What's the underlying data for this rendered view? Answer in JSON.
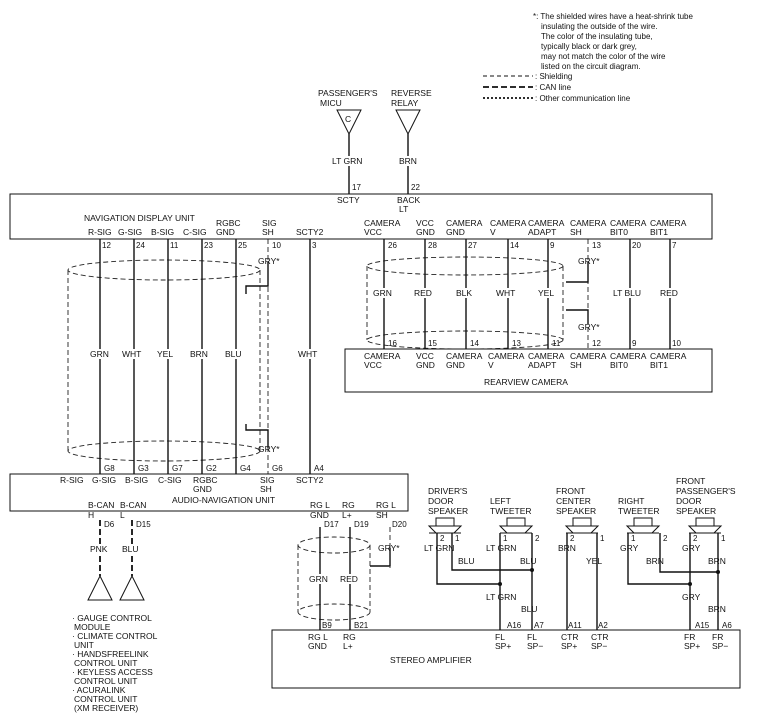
{
  "legend": {
    "note": [
      "*: The shielded wires have a heat-shrink tube",
      "insulating the outside of the wire.",
      "The color of the insulating tube,",
      "typically black or dark grey,",
      "may not match the color of the wire",
      "listed on the circuit diagram."
    ],
    "shielding": ": Shielding",
    "can": ": CAN line",
    "other": ": Other communication line"
  },
  "top_inputs": {
    "pass_micu": [
      "PASSENGER'S",
      "MICU"
    ],
    "pass_letter": "C",
    "reverse_relay": [
      "REVERSE",
      "RELAY"
    ],
    "reverse_wire": "BRN",
    "pass_wire": "LT GRN",
    "pin17": "17",
    "pin22": "22",
    "scty": "SCTY",
    "back_lt": [
      "BACK",
      "LT"
    ]
  },
  "nav_unit": {
    "title": "NAVIGATION DISPLAY UNIT",
    "terminals": [
      {
        "name": [
          "R-SIG"
        ],
        "pin": "12"
      },
      {
        "name": [
          "G-SIG"
        ],
        "pin": "24"
      },
      {
        "name": [
          "B-SIG"
        ],
        "pin": "11"
      },
      {
        "name": [
          "C-SIG"
        ],
        "pin": "23"
      },
      {
        "name": [
          "RGBC",
          "GND"
        ],
        "pin": "25"
      },
      {
        "name": [
          "SIG",
          "SH"
        ],
        "pin": "10"
      },
      {
        "name": [
          "SCTY2"
        ],
        "pin": "3"
      },
      {
        "name": [
          "CAMERA",
          "VCC"
        ],
        "pin": "26"
      },
      {
        "name": [
          "VCC",
          "GND"
        ],
        "pin": "28"
      },
      {
        "name": [
          "CAMERA",
          "GND"
        ],
        "pin": "27"
      },
      {
        "name": [
          "CAMERA",
          "V"
        ],
        "pin": "14"
      },
      {
        "name": [
          "CAMERA",
          "ADAPT"
        ],
        "pin": "9"
      },
      {
        "name": [
          "CAMERA",
          "SH"
        ],
        "pin": "13"
      },
      {
        "name": [
          "CAMERA",
          "BIT0"
        ],
        "pin": "20"
      },
      {
        "name": [
          "CAMERA",
          "BIT1"
        ],
        "pin": "7"
      }
    ]
  },
  "nav_wires": [
    "GRN",
    "WHT",
    "YEL",
    "BRN",
    "BLU",
    "WHT"
  ],
  "gry_star": "GRY*",
  "camera_wires": [
    "GRN",
    "RED",
    "BLK",
    "WHT",
    "YEL",
    "LT BLU",
    "RED"
  ],
  "rear_camera": {
    "title": "REARVIEW CAMERA",
    "terminals": [
      {
        "name": [
          "CAMERA",
          "VCC"
        ],
        "pin": "16"
      },
      {
        "name": [
          "VCC",
          "GND"
        ],
        "pin": "15"
      },
      {
        "name": [
          "CAMERA",
          "GND"
        ],
        "pin": "14"
      },
      {
        "name": [
          "CAMERA",
          "V"
        ],
        "pin": "13"
      },
      {
        "name": [
          "CAMERA",
          "ADAPT"
        ],
        "pin": "11"
      },
      {
        "name": [
          "CAMERA",
          "SH"
        ],
        "pin": "12"
      },
      {
        "name": [
          "CAMERA",
          "BIT0"
        ],
        "pin": "9"
      },
      {
        "name": [
          "CAMERA",
          "BIT1"
        ],
        "pin": "10"
      }
    ]
  },
  "audio_unit": {
    "title": "AUDIO-NAVIGATION UNIT",
    "top_terminals": [
      {
        "name": [
          "R-SIG"
        ],
        "pin": "G8"
      },
      {
        "name": [
          "G-SIG"
        ],
        "pin": "G3"
      },
      {
        "name": [
          "B-SIG"
        ],
        "pin": "G7"
      },
      {
        "name": [
          "C-SIG"
        ],
        "pin": "G2"
      },
      {
        "name": [
          "RGBC",
          "GND"
        ],
        "pin": "G4"
      },
      {
        "name": [
          "SIG",
          "SH"
        ],
        "pin": "G6"
      },
      {
        "name": [
          "SCTY2"
        ],
        "pin": "A4"
      }
    ],
    "bottom_terminals": [
      {
        "name": [
          "B-CAN",
          "H"
        ],
        "pin": "D6"
      },
      {
        "name": [
          "B-CAN",
          "L"
        ],
        "pin": "D15"
      },
      {
        "name": [
          "RG L",
          "GND"
        ],
        "pin": "D17"
      },
      {
        "name": [
          "RG",
          "L+"
        ],
        "pin": "D19"
      },
      {
        "name": [
          "RG L",
          "SH"
        ],
        "pin": "D20"
      }
    ]
  },
  "can_wires": [
    "PNK",
    "BLU"
  ],
  "gauge_list": [
    "· GAUGE CONTROL",
    "MODULE",
    "· CLIMATE CONTROL",
    "UNIT",
    "· HANDSFREELINK",
    "CONTROL UNIT",
    "· KEYLESS ACCESS",
    "CONTROL UNIT",
    "· ACURALINK",
    "CONTROL UNIT",
    "(XM RECEIVER)"
  ],
  "rg_wires": [
    "GRN",
    "RED"
  ],
  "speakers": [
    {
      "name": [
        "DRIVER'S",
        "DOOR",
        "SPEAKER"
      ],
      "pins": [
        "2",
        "1"
      ]
    },
    {
      "name": [
        "LEFT",
        "TWEETER"
      ],
      "pins": [
        "1",
        "2"
      ]
    },
    {
      "name": [
        "FRONT",
        "CENTER",
        "SPEAKER"
      ],
      "pins": [
        "2",
        "1"
      ]
    },
    {
      "name": [
        "RIGHT",
        "TWEETER"
      ],
      "pins": [
        "1",
        "2"
      ]
    },
    {
      "name": [
        "FRONT",
        "PASSENGER'S",
        "DOOR",
        "SPEAKER"
      ],
      "pins": [
        "2",
        "1"
      ]
    }
  ],
  "speaker_wires": {
    "d_ltgrn": "LT GRN",
    "d_blu": "BLU",
    "t_ltgrn": "LT GRN",
    "t_blu": "BLU",
    "c_brn": "BRN",
    "c_yel": "YEL",
    "rt_gry": "GRY",
    "rt_brn": "BRN",
    "p_gry": "GRY",
    "p_brn": "BRN",
    "m_ltgrn": "LT GRN",
    "m_blu": "BLU",
    "m_gry": "GRY",
    "m_brn": "BRN"
  },
  "stereo_amp": {
    "title": "STEREO AMPLIFIER",
    "terminals": [
      {
        "name": [
          "RG L",
          "GND"
        ],
        "pin": "B9"
      },
      {
        "name": [
          "RG",
          "L+"
        ],
        "pin": "B21"
      },
      {
        "name": [
          "FL",
          "SP+"
        ],
        "pin": "A16"
      },
      {
        "name": [
          "FL",
          "SP−"
        ],
        "pin": "A7"
      },
      {
        "name": [
          "CTR",
          "SP+"
        ],
        "pin": "A11"
      },
      {
        "name": [
          "CTR",
          "SP−"
        ],
        "pin": "A2"
      },
      {
        "name": [
          "FR",
          "SP+"
        ],
        "pin": "A15"
      },
      {
        "name": [
          "FR",
          "SP−"
        ],
        "pin": "A6"
      }
    ]
  }
}
